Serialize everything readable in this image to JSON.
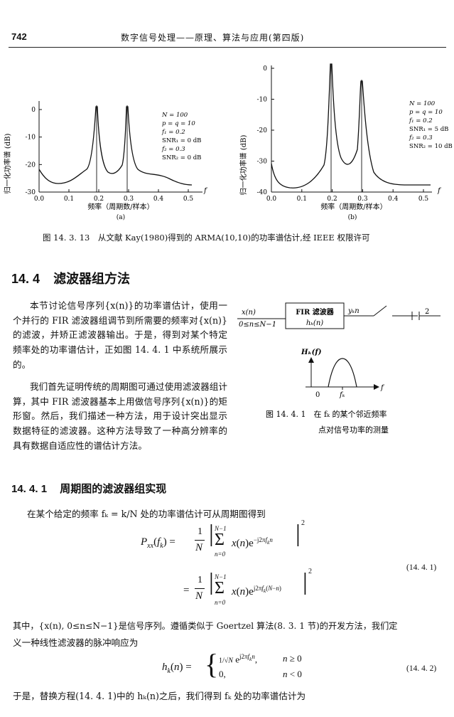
{
  "header": {
    "page_number": "742",
    "running_title": "数字信号处理——原理、算法与应用(第四版)"
  },
  "figure_14_3_13": {
    "caption": "图 14. 3. 13　从文献 Kay(1980)得到的 ARMA(10,10)的功率谱估计,经 IEEE 权限许可",
    "ylabel": "归一化功率谱 (dB)",
    "xlabel": "频率（周期数/样本）",
    "f_label": "f",
    "panels": [
      {
        "sub": "(a)",
        "y_ticks": [
          "0",
          "-10",
          "-20",
          "-30"
        ],
        "x_ticks": [
          "0.0",
          "0.1",
          "0.2",
          "0.3",
          "0.4",
          "0.5"
        ],
        "params": [
          "N = 100",
          "p = q = 10",
          "f₁ = 0.2",
          "SNR₁ = 0 dB",
          "f₂ = 0.3",
          "SNR₂ = 0 dB"
        ]
      },
      {
        "sub": "(b)",
        "y_ticks": [
          "0",
          "-10",
          "-20",
          "-30",
          "-40"
        ],
        "x_ticks": [
          "0.0",
          "0.1",
          "0.2",
          "0.3",
          "0.4",
          "0.5"
        ],
        "params": [
          "N = 100",
          "p = q = 10",
          "f₁ = 0.2",
          "SNR₁ = 5 dB",
          "f₂ = 0.3",
          "SNR₂ = 10 dB"
        ]
      }
    ]
  },
  "section": {
    "number": "14. 4",
    "title": "滤波器组方法"
  },
  "para1": "本节讨论信号序列{x(n)}的功率谱估计，使用一个并行的 FIR 滤波器组调节到所需要的频率对{x(n)}的滤波，并矫正滤波器输出。于是，得到对某个特定频率处的功率谱估计，正如图 14. 4. 1 中系统所展示的。",
  "para2": "我们首先证明传统的周期图可通过使用滤波器组计算，其中 FIR 滤波器基本上用做信号序列{x(n)}的矩形窗。然后，我们描述一种方法，用于设计突出显示数据特征的滤波器。这种方法导致了一种高分辨率的具有数据自适应性的谱估计方法。",
  "figure_14_4_1": {
    "input_top": "x(n)",
    "input_bottom": "0≤n≤N−1",
    "box_line1": "FIR 滤波器",
    "box_line2": "hₖ(n)",
    "out_label": "yₖn",
    "divider_num": "2",
    "H_label": "Hₖ(f)",
    "zero": "0",
    "fk": "fₖ",
    "f": "f",
    "caption_line1": "图 14. 4. 1　在 fₖ 的某个邻近频率",
    "caption_line2": "点对信号功率的测量"
  },
  "subsection": {
    "number": "14. 4. 1",
    "title": "周期图的滤波器组实现"
  },
  "line_a": "在某个给定的频率 fₖ = k/N 处的功率谱估计可从周期图得到",
  "eq_14_4_1": "(14. 4. 1)",
  "line_b": "其中，{x(n), 0≤n≤N−1}是信号序列。遵循类似于 Goertzel 算法(8. 3. 1 节)的开发方法，我们定",
  "line_c": "义一种线性滤波器的脉冲响应为",
  "eq_14_4_2": "(14. 4. 2)",
  "line_d": "于是，替换方程(14. 4. 1)中的 hₖ(n)之后，我们得到 fₖ 处的功率谱估计为"
}
